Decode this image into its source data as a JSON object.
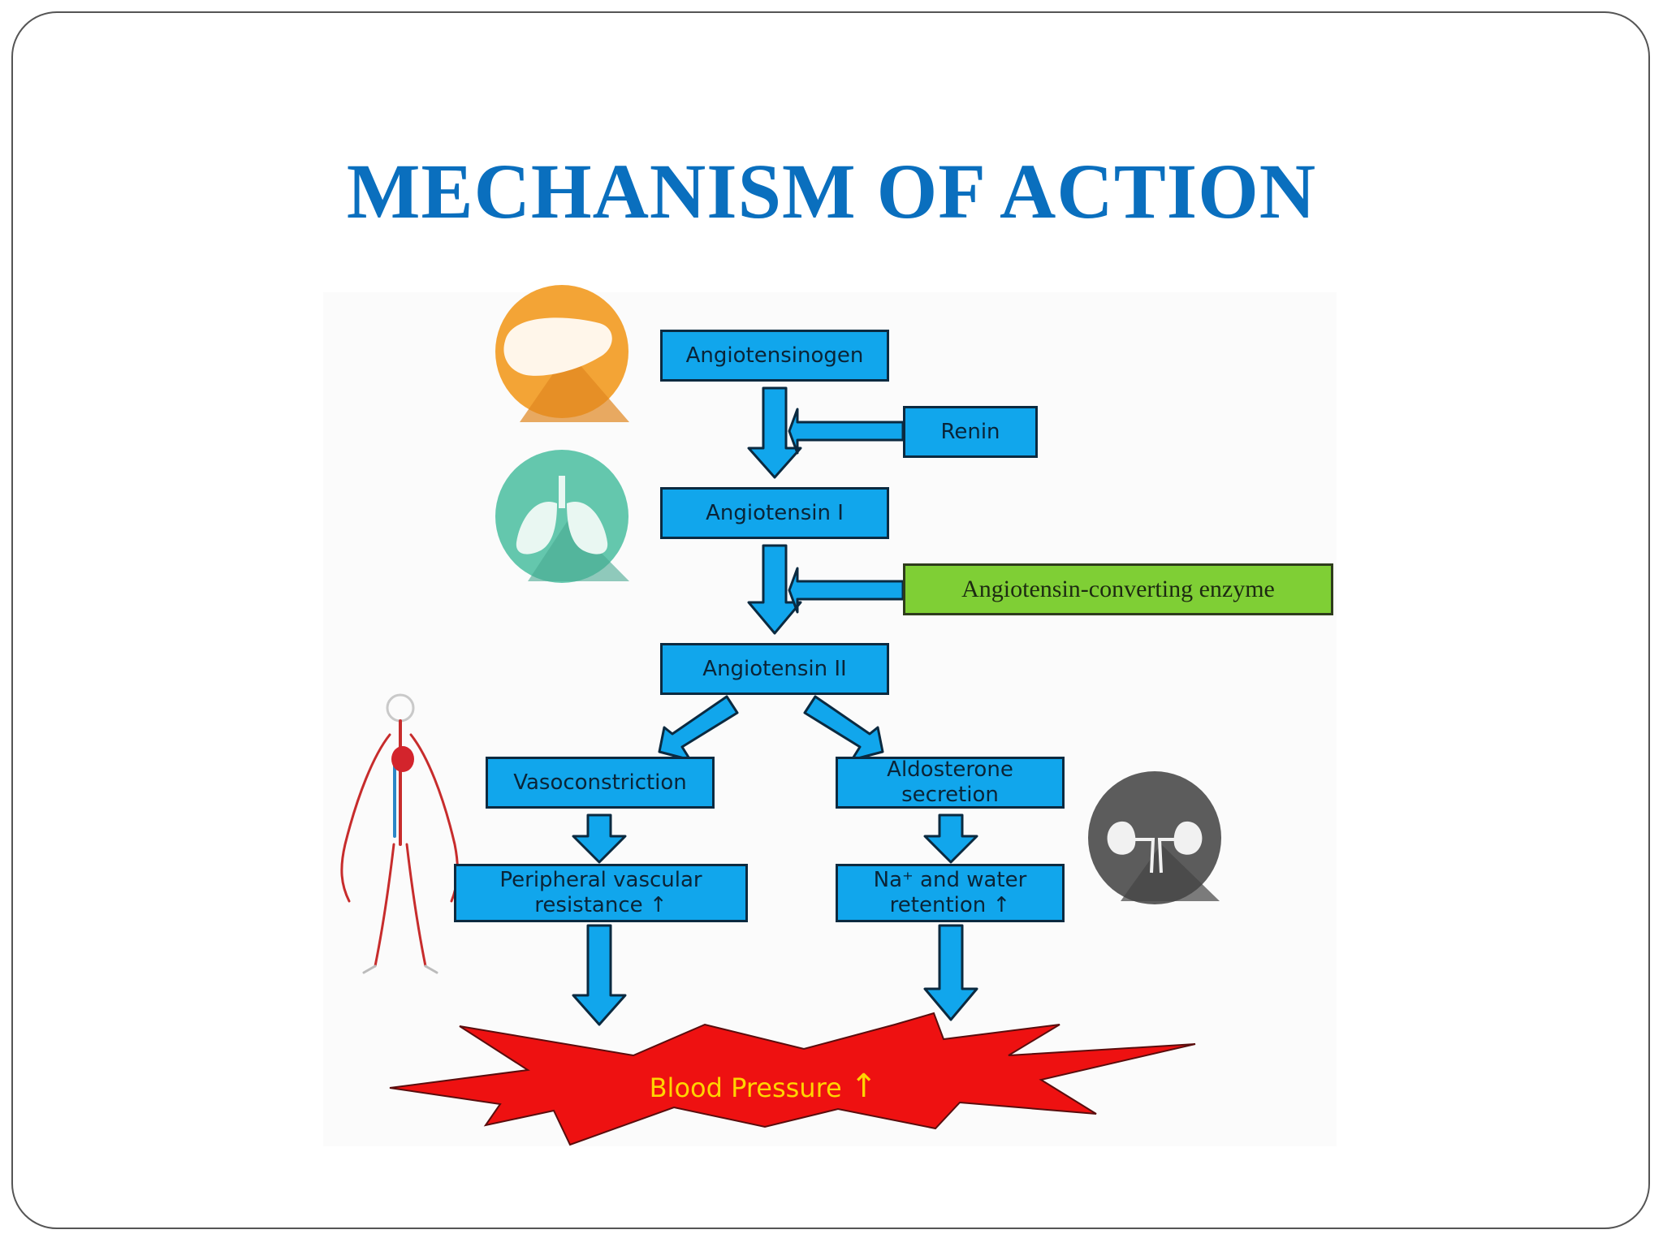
{
  "title": "MECHANISM OF ACTION",
  "nodes": {
    "angiotensinogen": "Angiotensinogen",
    "renin": "Renin",
    "angiotensin1": "Angiotensin I",
    "ace": "Angiotensin-converting enzyme",
    "angiotensin2": "Angiotensin II",
    "vasoconstriction": "Vasoconstriction",
    "aldosterone": "Aldosterone secretion",
    "pvr": "Peripheral vascular resistance ↑",
    "na_water": "Na⁺ and water retention ↑",
    "blood_pressure": "Blood Pressure"
  },
  "icons": {
    "liver": "liver-icon",
    "lungs": "lungs-icon",
    "circulatory": "circulatory-system-icon",
    "kidneys": "kidneys-icon"
  },
  "colors": {
    "title": "#0a6fbe",
    "box": "#11a6ec",
    "box_green": "#7fcf35",
    "burst": "#ee1111",
    "burst_text": "#ffd400"
  }
}
